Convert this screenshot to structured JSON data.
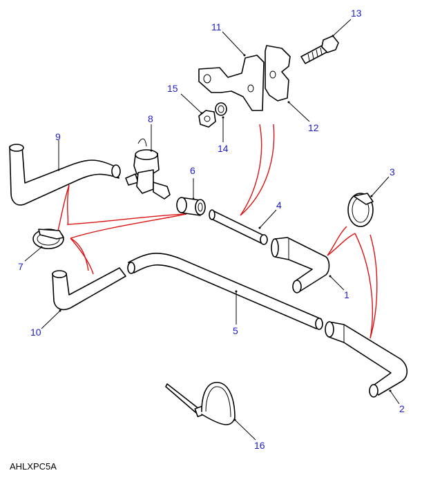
{
  "diagram": {
    "reference_code": "AHLXPC5A",
    "callouts": [
      {
        "id": "1",
        "part": "hose-elbow"
      },
      {
        "id": "2",
        "part": "hose-long-elbow"
      },
      {
        "id": "3",
        "part": "hose-clip"
      },
      {
        "id": "4",
        "part": "pipe-short"
      },
      {
        "id": "5",
        "part": "pipe-long"
      },
      {
        "id": "6",
        "part": "hose-sleeve"
      },
      {
        "id": "7",
        "part": "hose-clip"
      },
      {
        "id": "8",
        "part": "valve"
      },
      {
        "id": "9",
        "part": "hose-formed"
      },
      {
        "id": "10",
        "part": "hose-formed"
      },
      {
        "id": "11",
        "part": "bracket"
      },
      {
        "id": "12",
        "part": "clamp-bracket"
      },
      {
        "id": "13",
        "part": "bolt"
      },
      {
        "id": "14",
        "part": "washer"
      },
      {
        "id": "15",
        "part": "nut"
      },
      {
        "id": "16",
        "part": "cable-tie"
      }
    ],
    "colors": {
      "callout": "#1a1acc",
      "connector": "#dd1111",
      "line": "#000000"
    }
  }
}
